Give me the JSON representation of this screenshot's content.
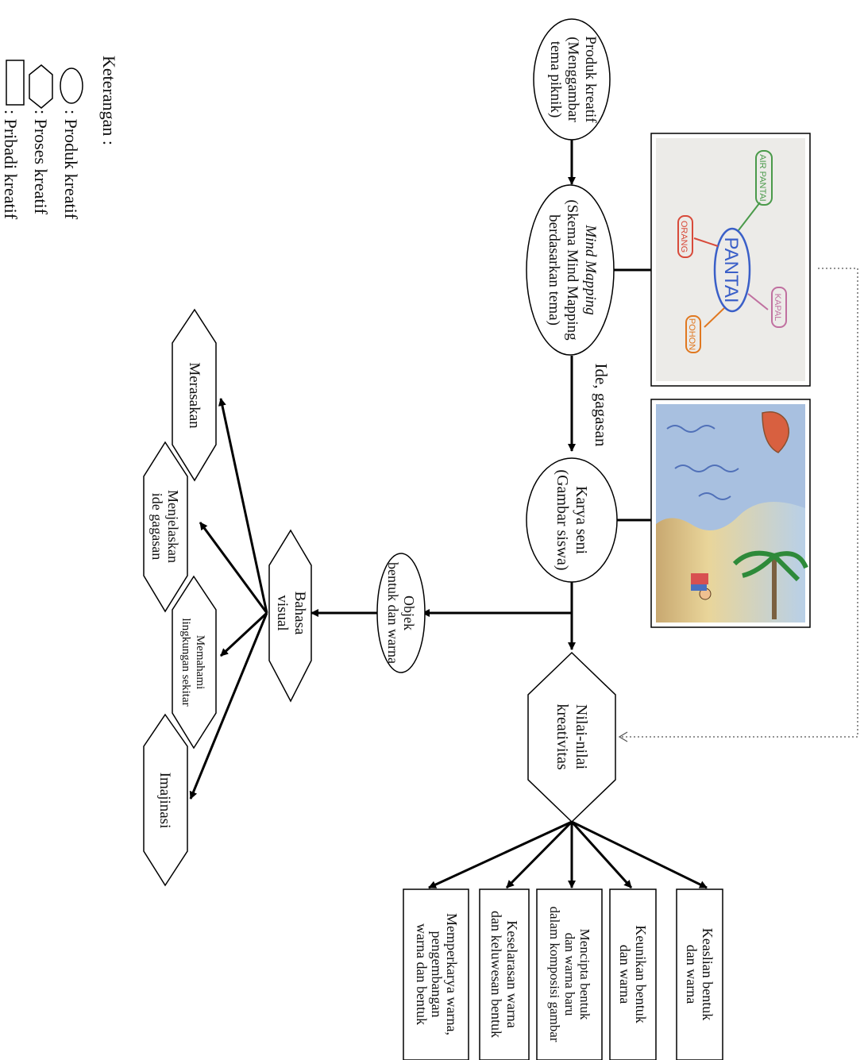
{
  "diagram": {
    "nodes": {
      "produk": {
        "lines": [
          "Produk kreatif",
          "(Menggambar",
          "tema piknik)"
        ]
      },
      "mindmap": {
        "lines": [
          "Mind Mapping",
          "(Skema Mind Mapping",
          "berdasarkan tema)"
        ]
      },
      "karya": {
        "lines": [
          "Karya seni",
          "(Gambar siswa)"
        ]
      },
      "nilai": {
        "lines": [
          "Nilai-nilai",
          "kreativitas"
        ]
      },
      "objek": {
        "lines": [
          "Objek",
          "bentuk dan warna"
        ]
      },
      "bahasa": {
        "lines": [
          "Bahasa",
          "visual"
        ]
      },
      "merasakan": {
        "lines": [
          "Merasakan"
        ]
      },
      "menjelaskan": {
        "lines": [
          "Menjelaskan",
          "ide gagasan"
        ]
      },
      "memahami": {
        "lines": [
          "Memahami",
          "lingkungan sekitar"
        ]
      },
      "imajinasi": {
        "lines": [
          "Imajinasi"
        ]
      },
      "keaslian": {
        "lines": [
          "Keaslian bentuk",
          "dan warna"
        ]
      },
      "keunikan": {
        "lines": [
          "Keunikan bentuk",
          "dan warna"
        ]
      },
      "mencipta": {
        "lines": [
          "Mencipta bentuk",
          "dan warna baru",
          "dalam komposisi gambar"
        ]
      },
      "keselarasan": {
        "lines": [
          "Keselarasan warna",
          "dan keluwesan bentuk"
        ]
      },
      "memperkarya": {
        "lines": [
          "Memperkarya warna,",
          "pengembangan",
          "warna dan bentuk"
        ]
      }
    },
    "edge_label_ide": "Ide, gagasan",
    "photo1": {
      "center": "PANTAI",
      "branches": [
        "AIR PANTAI",
        "KAPAL",
        "ORANG",
        "POHON"
      ]
    }
  },
  "legend": {
    "title": "Keterangan :",
    "items": [
      ": Produk kreatif",
      ": Proses kreatif",
      ": Pribadi kreatif"
    ]
  },
  "colors": {
    "sky": "#a8c0e0",
    "sand": "#e8d08a",
    "mind_center": "#3a5fc8"
  }
}
